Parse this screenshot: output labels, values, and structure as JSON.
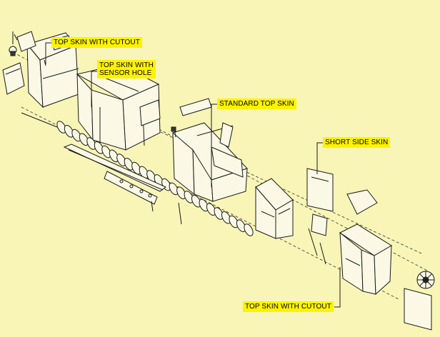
{
  "callouts": [
    {
      "id": "top-skin-cutout-left",
      "text": "TOP SKIN WITH CUTOUT"
    },
    {
      "id": "top-skin-sensor-hole",
      "text": "TOP SKIN WITH\nSENSOR HOLE"
    },
    {
      "id": "standard-top-skin",
      "text": "STANDARD TOP SKIN"
    },
    {
      "id": "short-side-skin",
      "text": "SHORT SIDE SKIN"
    },
    {
      "id": "top-skin-cutout-right",
      "text": "TOP SKIN WITH CUTOUT"
    }
  ]
}
